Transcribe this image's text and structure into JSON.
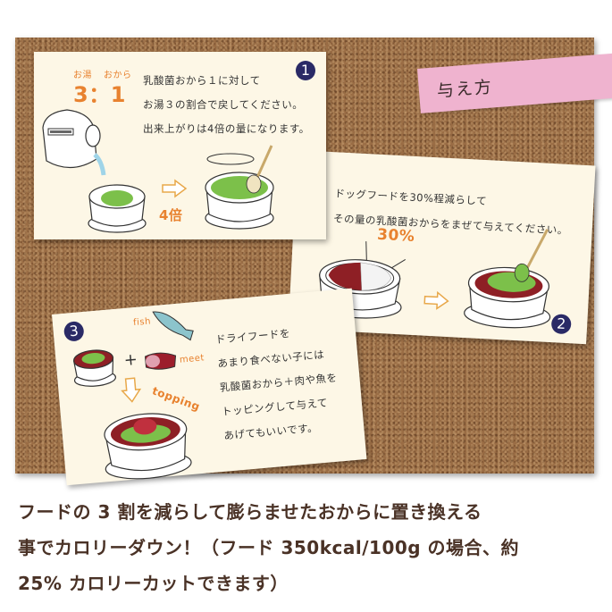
{
  "title_note": {
    "label": "与え方",
    "color": "#efb3cf"
  },
  "cards": [
    {
      "number": "1",
      "ratio_labels": {
        "hot_water": "お湯",
        "okara": "おから"
      },
      "ratio": "3：1",
      "lines": [
        "乳酸菌おから１に対して",
        "お湯３の割合で戻してください。",
        "出来上がりは4倍の量になります。"
      ],
      "multiplier": "4倍",
      "illustrations": [
        "kettle-pouring",
        "bowl-okara",
        "arrow-right",
        "bowl-stirred-okara-spoon"
      ]
    },
    {
      "number": "2",
      "lines": [
        "ドッグフードを30%程減らして",
        "その量の乳酸菌おからをまぜて与えてください。"
      ],
      "percent_label": "30%",
      "illustrations": [
        "bowl-food-30-percent",
        "arrow-right",
        "bowl-food-with-okara-spoon"
      ]
    },
    {
      "number": "3",
      "labels": {
        "fish": "fish",
        "meat": "meet",
        "topping": "topping",
        "plus": "+"
      },
      "lines": [
        "ドライフードを",
        "あまり食べない子には",
        "乳酸菌おから＋肉や魚を",
        "トッピングして与えて",
        "あげてもいいです。"
      ],
      "illustrations": [
        "bowl-okara-small",
        "fish",
        "meat",
        "arrow-down",
        "bowl-topping"
      ]
    }
  ],
  "caption": {
    "lines": [
      "フードの 3 割を減らして膨らませたおからに置き換える",
      "事でカロリーダウン！（フード 350kcal/100g の場合、約",
      "25% カロリーカットできます）"
    ]
  },
  "colors": {
    "accent_orange": "#e8822f",
    "number_badge": "#2a2a66",
    "okara_green": "#7cc04a",
    "food_red": "#8e1f25",
    "caption_brown": "#4a3226",
    "card_bg": "#fdf7e6"
  }
}
